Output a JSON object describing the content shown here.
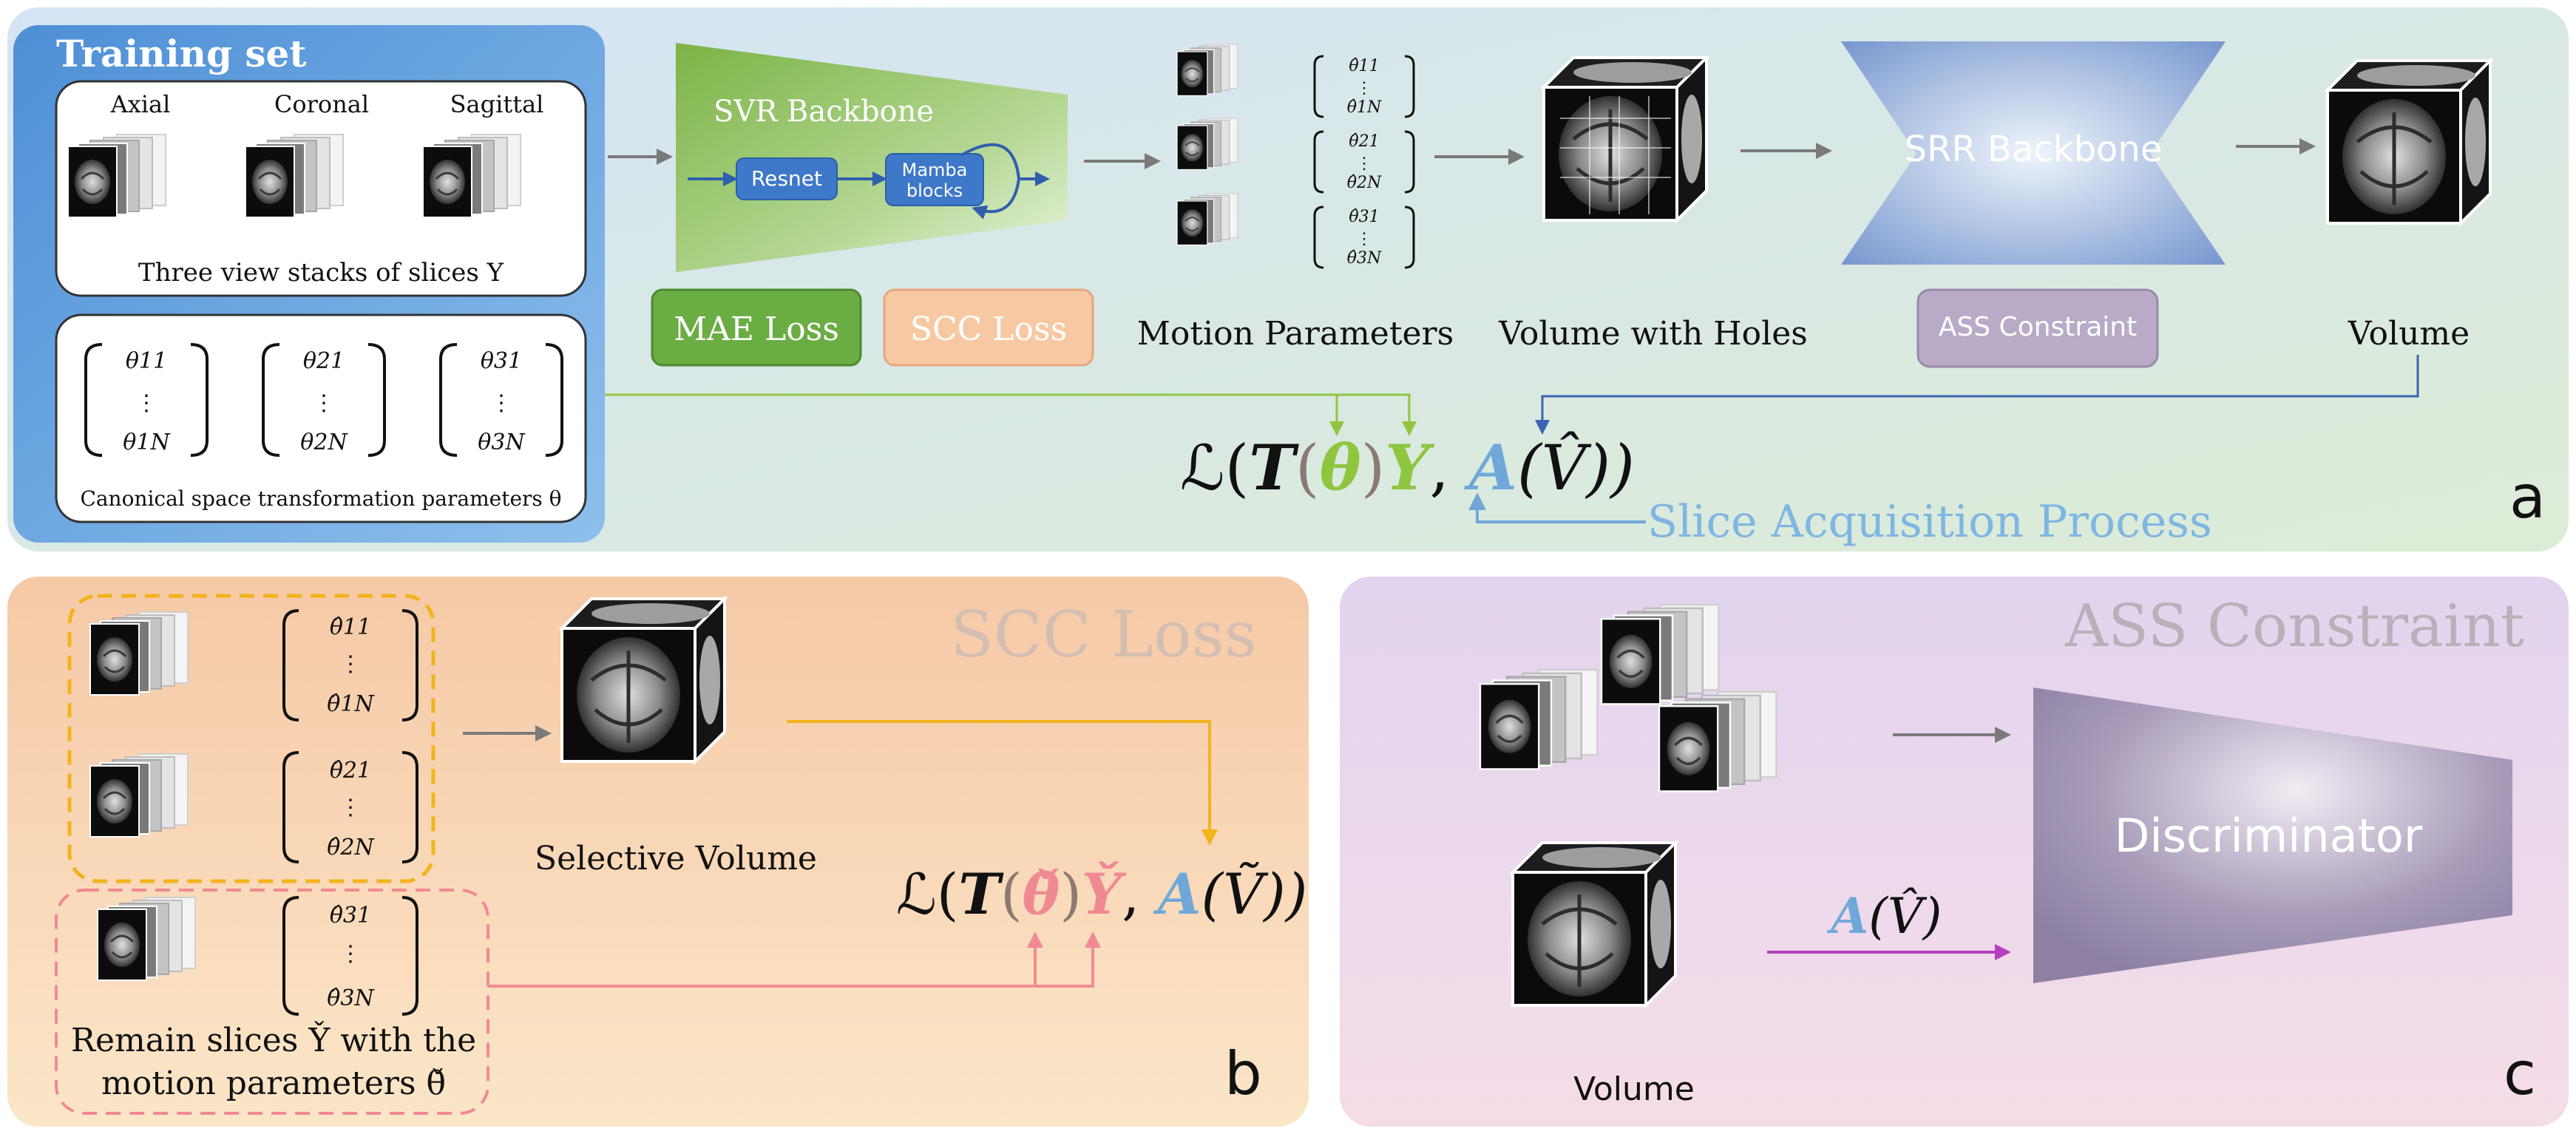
{
  "panel_a": {
    "letter": "a",
    "training_set": {
      "title": "Training set",
      "views": [
        "Axial",
        "Coronal",
        "Sagittal"
      ],
      "stack_caption": "Three view stacks of slices Y",
      "param_caption": "Canonical space transformation parameters θ",
      "param_columns": [
        {
          "top": "θ11",
          "bottom": "θ1N"
        },
        {
          "top": "θ21",
          "bottom": "θ2N"
        },
        {
          "top": "θ31",
          "bottom": "θ3N"
        }
      ]
    },
    "svr": {
      "title": "SVR Backbone",
      "resnet": "Resnet",
      "mamba_line1": "Mamba",
      "mamba_line2": "blocks"
    },
    "mae_loss": "MAE Loss",
    "scc_loss": "SCC Loss",
    "motion_params_label": "Motion Parameters",
    "motion_params": [
      {
        "top": "θ̂11",
        "bottom": "θ̂1N"
      },
      {
        "top": "θ̂21",
        "bottom": "θ̂2N"
      },
      {
        "top": "θ̂31",
        "bottom": "θ̂3N"
      }
    ],
    "volume_holes_label": "Volume with Holes",
    "srr_title": "SRR Backbone",
    "ass_constraint": "ASS Constraint",
    "volume_label": "Volume",
    "loss_formula": {
      "L": "ℒ(",
      "T": "T",
      "lp": "(",
      "theta": "θ",
      "rp": ")",
      "Y": "Y",
      "comma": ", ",
      "A": "A",
      "V": "(V̂))"
    },
    "slice_acq": "Slice Acquisition Process"
  },
  "panel_b": {
    "letter": "b",
    "title": "SCC Loss",
    "params": [
      {
        "top": "θ̂11",
        "bottom": "θ̂1N"
      },
      {
        "top": "θ̂21",
        "bottom": "θ̂2N"
      },
      {
        "top": "θ̂31",
        "bottom": "θ̂3N"
      }
    ],
    "selective_volume": "Selective Volume",
    "remain_line1": "Remain slices Y̌ with the",
    "remain_line2": "motion parameters θ̌",
    "loss_formula": {
      "L": "ℒ(",
      "T": "T",
      "lp": "(",
      "theta": "θ̌",
      "rp": ")",
      "Y": "Y̌",
      "comma": ", ",
      "A": "A",
      "V": "(Ṽ))"
    }
  },
  "panel_c": {
    "letter": "c",
    "title": "ASS Constraint",
    "discriminator": "Discriminator",
    "volume_label": "Volume",
    "av_A": "A",
    "av_V": "(V̂)"
  },
  "colors": {
    "green_text": "#8fc63f",
    "pink_text": "#f08a92",
    "blue_text": "#6fa8d8",
    "theta_gray": "#8a7a72",
    "orange_arrow": "#f3b31c",
    "pink_arrow": "#f08a92",
    "magenta_arrow": "#b53fbd",
    "dark_blue_arrow": "#3b64b4"
  }
}
